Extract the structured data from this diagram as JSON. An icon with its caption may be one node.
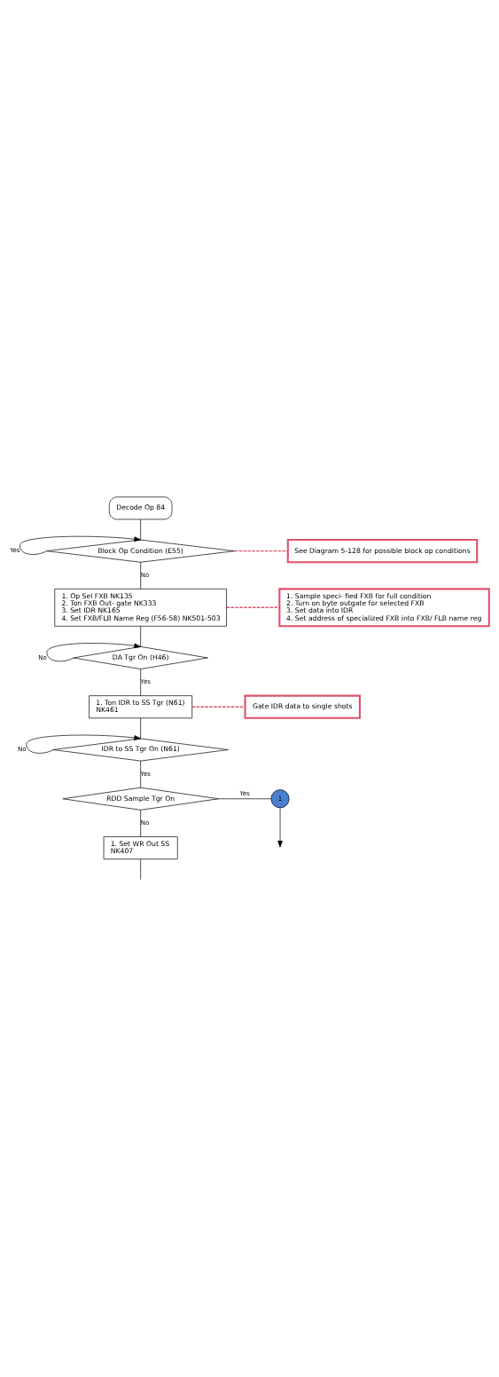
{
  "diagram": {
    "nodes": [
      {
        "text": [
          "Decode Op 84"
        ]
      },
      {
        "text": [
          "Block Op Condition (E55)"
        ]
      },
      {
        "text": [
          "See Diagram 5-128 for possible block op conditions"
        ]
      },
      {
        "text": [
          "1. Op Sel FXB NK135",
          "2. Ton FXB Out- gate NK333",
          "3. Set IDR NK165",
          "4. Set FXB/FLB Name Reg (F56-58) NK501-503"
        ]
      },
      {
        "text": [
          "1. Sample speci- fied FXB for full condition",
          "2. Turn on byte outgate for selected FXB",
          "3. Set data into IDR",
          "4. Set address of specialized FXB into FXB/ FLB name reg"
        ]
      },
      {
        "text": [
          "DA Tgr On (H46)"
        ]
      },
      {
        "text": [
          "1. Ton IDR to SS Tgr (N61)",
          "NK461"
        ]
      },
      {
        "text": [
          "Gate IDR data to single shots"
        ]
      },
      {
        "text": [
          "IDR to SS Tgr On (N61)"
        ]
      },
      {
        "text": [
          "RDD Sample Tgr On"
        ]
      },
      {
        "text": [
          "1"
        ]
      },
      {
        "text": [
          "1. Set WR Out SS",
          "NK407"
        ]
      }
    ],
    "edges": [
      {
        "from": 0,
        "to": 1,
        "arrow": "none"
      },
      {
        "from": 1,
        "to": 1,
        "arrow": "to",
        "label": "Yes"
      },
      {
        "from": 1,
        "to": 2,
        "arrow": "none",
        "style": "dashed",
        "color": "#e0506a"
      },
      {
        "from": 1,
        "to": 3,
        "arrow": "none",
        "label": "No"
      },
      {
        "from": 3,
        "to": 4,
        "arrow": "none",
        "style": "dashed",
        "color": "#e0506a"
      },
      {
        "from": 3,
        "to": 5,
        "arrow": "none"
      },
      {
        "from": 5,
        "to": 5,
        "arrow": "to",
        "label": "No"
      },
      {
        "from": 5,
        "to": 6,
        "arrow": "none",
        "label": "Yes"
      },
      {
        "from": 6,
        "to": 7,
        "arrow": "none",
        "style": "dashed",
        "color": "#e0506a"
      },
      {
        "from": 6,
        "to": 8,
        "arrow": "none"
      },
      {
        "from": 8,
        "to": 8,
        "arrow": "to",
        "label": "No"
      },
      {
        "from": 8,
        "to": 9,
        "arrow": "none",
        "label": "Yes"
      },
      {
        "from": 9,
        "to": 10,
        "arrow": "none",
        "label": "Yes"
      },
      {
        "from": 10,
        "to": null,
        "arrow": "to"
      },
      {
        "from": 9,
        "to": 11,
        "arrow": "none",
        "label": "No"
      },
      {
        "from": 11,
        "to": null,
        "arrow": "none"
      }
    ]
  }
}
